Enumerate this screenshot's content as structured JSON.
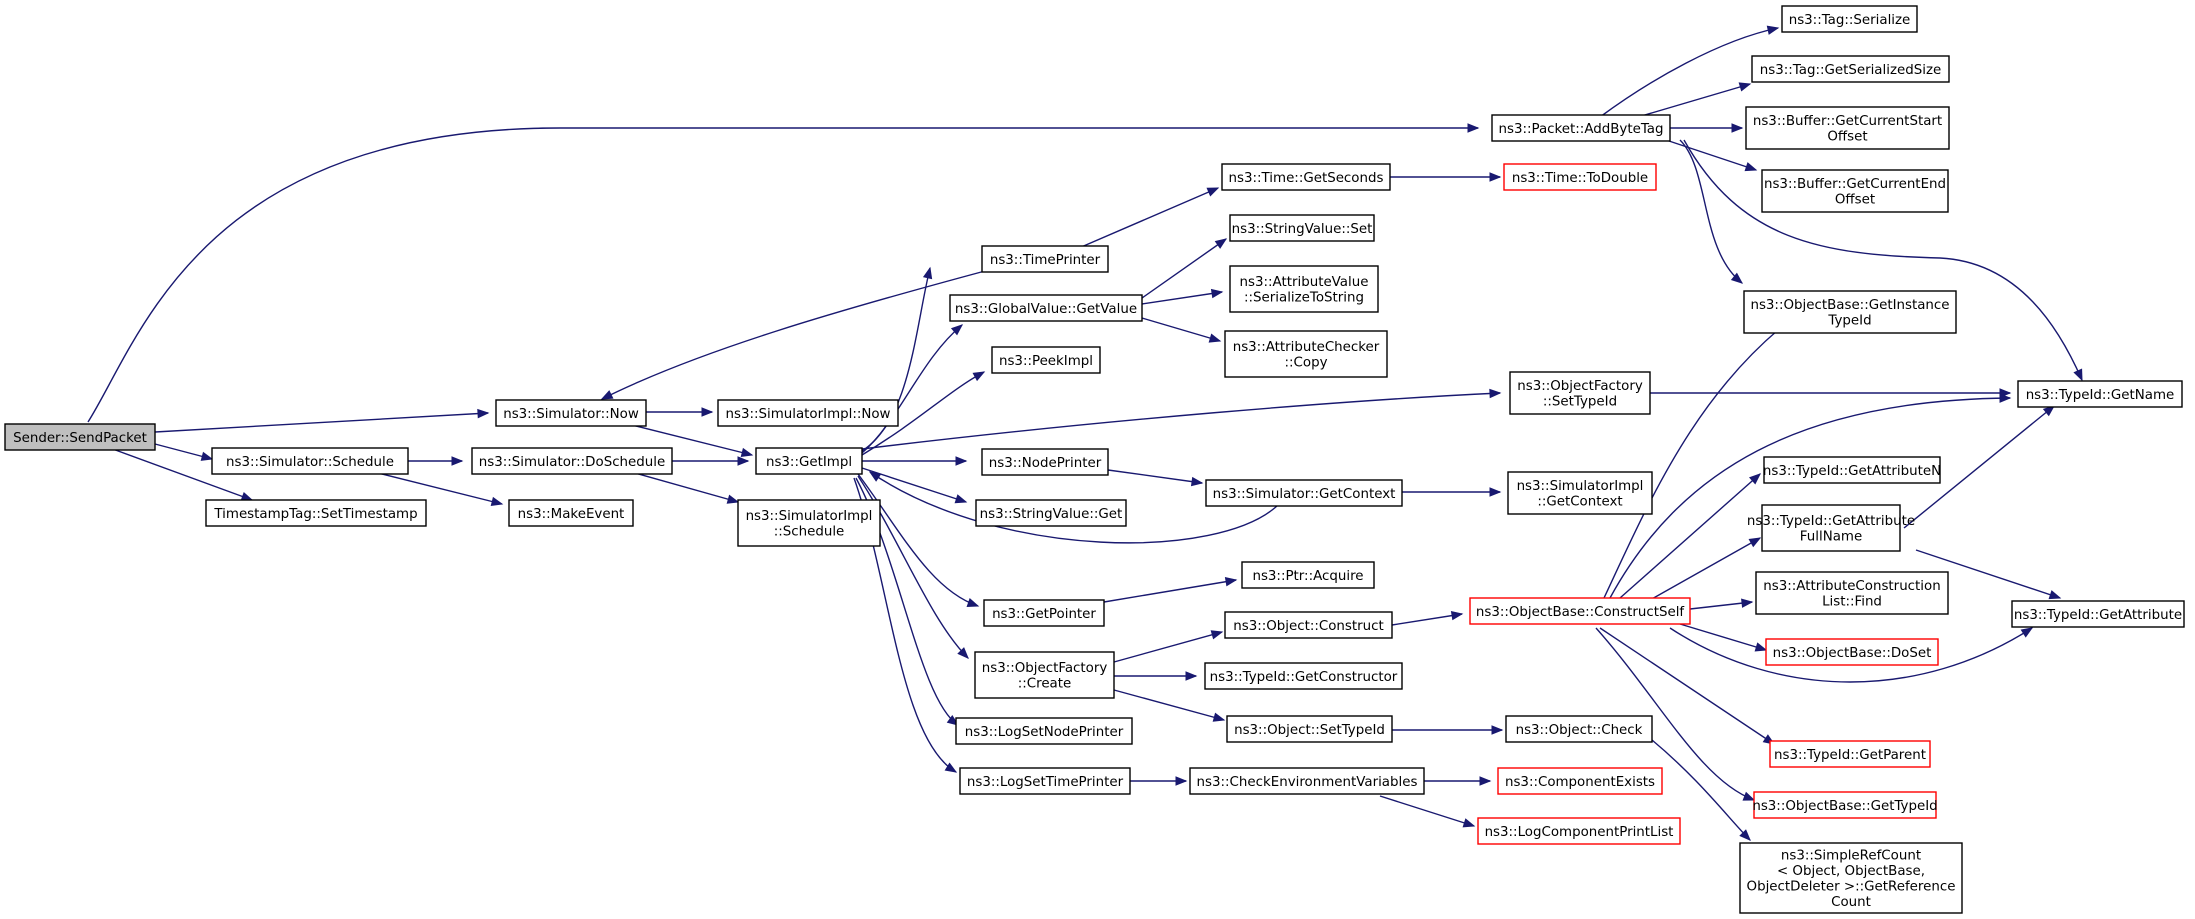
{
  "colors": {
    "edge": "#191970",
    "root_fill": "#bfbfbf",
    "truncated_border": "#ff0000",
    "border": "#000000"
  },
  "nodes": {
    "send": [
      "Sender::SendPacket"
    ],
    "sched": [
      "ns3::Simulator::Schedule"
    ],
    "settime": [
      "TimestampTag::SetTimestamp"
    ],
    "now": [
      "ns3::Simulator::Now"
    ],
    "simnow": [
      "ns3::SimulatorImpl::Now"
    ],
    "dosched": [
      "ns3::Simulator::DoSchedule"
    ],
    "mkevent": [
      "ns3::MakeEvent"
    ],
    "getimpl": [
      "ns3::GetImpl"
    ],
    "simisched": [
      "ns3::SimulatorImpl",
      "::Schedule"
    ],
    "timeprinter": [
      "ns3::TimePrinter"
    ],
    "gvget": [
      "ns3::GlobalValue::GetValue"
    ],
    "peek": [
      "ns3::PeekImpl"
    ],
    "nodeprinter": [
      "ns3::NodePrinter"
    ],
    "svget": [
      "ns3::StringValue::Get"
    ],
    "getptr": [
      "ns3::GetPointer"
    ],
    "ofcreate": [
      "ns3::ObjectFactory",
      "::Create"
    ],
    "lognode": [
      "ns3::LogSetNodePrinter"
    ],
    "logtime": [
      "ns3::LogSetTimePrinter"
    ],
    "getsec": [
      "ns3::Time::GetSeconds"
    ],
    "svset": [
      "ns3::StringValue::Set"
    ],
    "avser": [
      "ns3::AttributeValue",
      "::SerializeToString"
    ],
    "accopy": [
      "ns3::AttributeChecker",
      "::Copy"
    ],
    "getctx": [
      "ns3::Simulator::GetContext"
    ],
    "acquire": [
      "ns3::Ptr::Acquire"
    ],
    "objcons": [
      "ns3::Object::Construct"
    ],
    "getcons": [
      "ns3::TypeId::GetConstructor"
    ],
    "objsettid": [
      "ns3::Object::SetTypeId"
    ],
    "checkenv": [
      "ns3::CheckEnvironmentVariables"
    ],
    "todouble": [
      "ns3::Time::ToDouble"
    ],
    "addbyte": [
      "ns3::Packet::AddByteTag"
    ],
    "ofsettid": [
      "ns3::ObjectFactory",
      "::SetTypeId"
    ],
    "simictx": [
      "ns3::SimulatorImpl",
      "::GetContext"
    ],
    "consself": [
      "ns3::ObjectBase::ConstructSelf"
    ],
    "objcheck": [
      "ns3::Object::Check"
    ],
    "compexists": [
      "ns3::ComponentExists"
    ],
    "logprint": [
      "ns3::LogComponentPrintList"
    ],
    "tagser": [
      "ns3::Tag::Serialize"
    ],
    "tagsize": [
      "ns3::Tag::GetSerializedSize"
    ],
    "bufstart": [
      "ns3::Buffer::GetCurrentStart",
      "Offset"
    ],
    "bufend": [
      "ns3::Buffer::GetCurrentEnd",
      "Offset"
    ],
    "getinst": [
      "ns3::ObjectBase::GetInstance",
      "TypeId"
    ],
    "attrn": [
      "ns3::TypeId::GetAttributeN"
    ],
    "attrfull": [
      "ns3::TypeId::GetAttribute",
      "FullName"
    ],
    "acfind": [
      "ns3::AttributeConstruction",
      "List::Find"
    ],
    "doset": [
      "ns3::ObjectBase::DoSet"
    ],
    "getparent": [
      "ns3::TypeId::GetParent"
    ],
    "gettid": [
      "ns3::ObjectBase::GetTypeId"
    ],
    "simpleref": [
      "ns3::SimpleRefCount",
      "< Object, ObjectBase,",
      "ObjectDeleter >::GetReference",
      "Count"
    ],
    "getname": [
      "ns3::TypeId::GetName"
    ],
    "getattr": [
      "ns3::TypeId::GetAttribute"
    ]
  }
}
